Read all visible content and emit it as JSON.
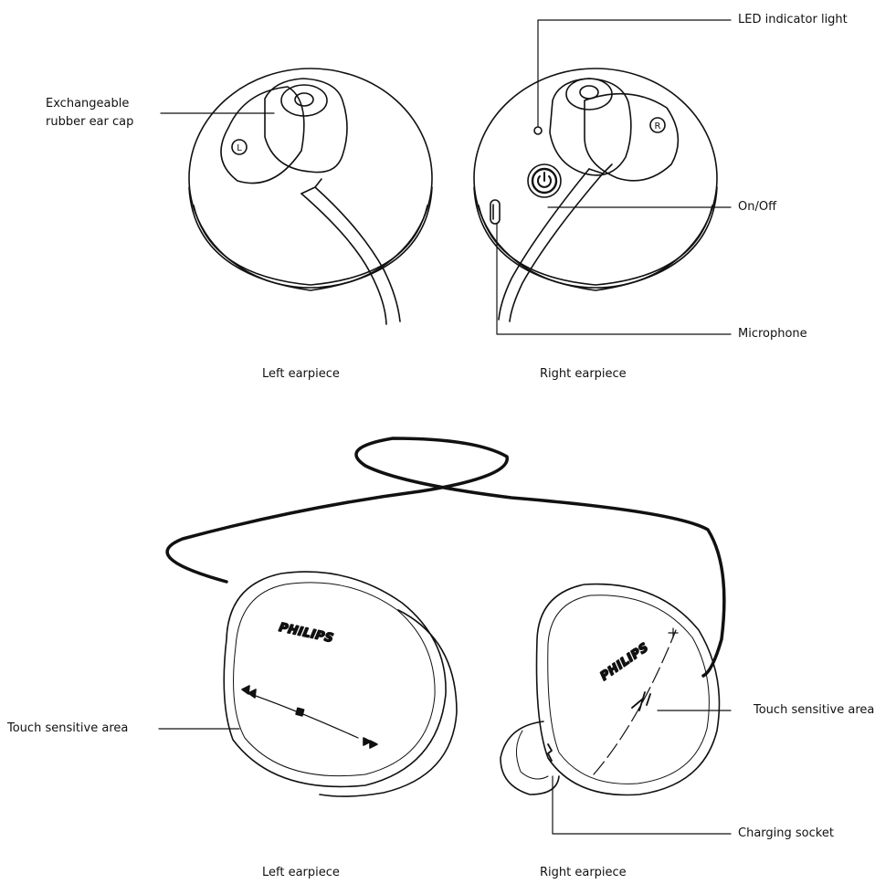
{
  "top": {
    "callouts": {
      "ear_cap_line1": "Exchangeable",
      "ear_cap_line2": "rubber ear cap",
      "led": "LED indicator light",
      "on_off": "On/Off",
      "microphone": "Microphone"
    },
    "left_caption": "Left earpiece",
    "right_caption": "Right earpiece",
    "left_marker": "L",
    "right_marker": "R"
  },
  "bottom": {
    "callouts": {
      "touch_left": "Touch sensitive area",
      "touch_right": "Touch sensitive area",
      "charging": "Charging socket"
    },
    "left_caption": "Left earpiece",
    "right_caption": "Right earpiece",
    "brand_left": "PHILIPS",
    "brand_right": "PHILIPS"
  },
  "colors": {
    "line": "#111111",
    "fill": "#ffffff",
    "led": "#888888"
  }
}
